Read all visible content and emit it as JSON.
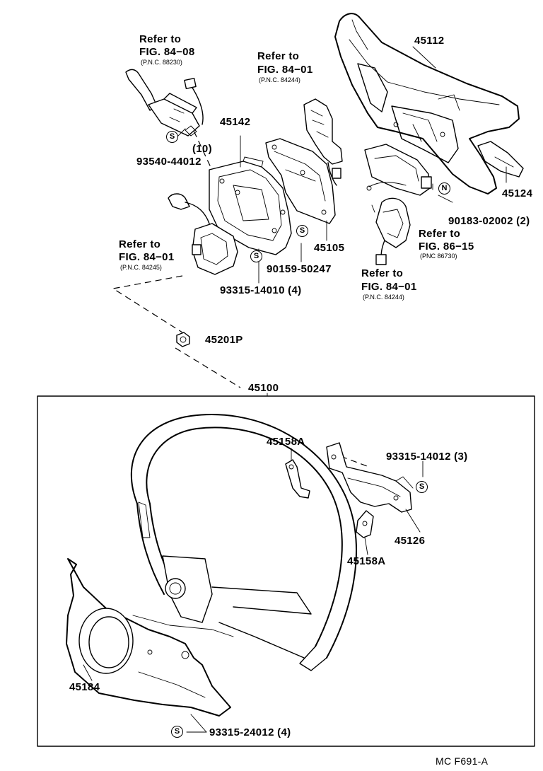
{
  "parts": {
    "p45112": "45112",
    "p45124": "45124",
    "p45142": "45142",
    "p45105": "45105",
    "p45201P": "45201P",
    "p45100": "45100",
    "p45158A_top": "45158A",
    "p45158A_bottom": "45158A",
    "p45126": "45126",
    "p45184": "45184",
    "p93540": "93540-44012",
    "p93540_qty": "(10)",
    "p90159": "90159-50247",
    "p93315_14010": "93315-14010 (4)",
    "p90183": "90183-02002 (2)",
    "p93315_14012": "93315-14012 (3)",
    "p93315_24012": "93315-24012 (4)"
  },
  "refs": {
    "r1": {
      "line1": "Refer to",
      "line2": "FIG. 84−08",
      "line3": "(P.N.C. 88230)"
    },
    "r2": {
      "line1": "Refer to",
      "line2": "FIG. 84−01",
      "line3": "(P.N.C. 84244)"
    },
    "r3": {
      "line1": "Refer to",
      "line2": "FIG. 84−01",
      "line3": "(P.N.C. 84245)"
    },
    "r4": {
      "line1": "Refer to",
      "line2": "FIG. 86−15",
      "line3": "(PNC 86730)"
    },
    "r5": {
      "line1": "Refer to",
      "line2": "FIG. 84−01",
      "line3": "(P.N.C. 84244)"
    }
  },
  "badges": {
    "S": "S",
    "N": "N"
  },
  "figure_code": "MC F691-A"
}
